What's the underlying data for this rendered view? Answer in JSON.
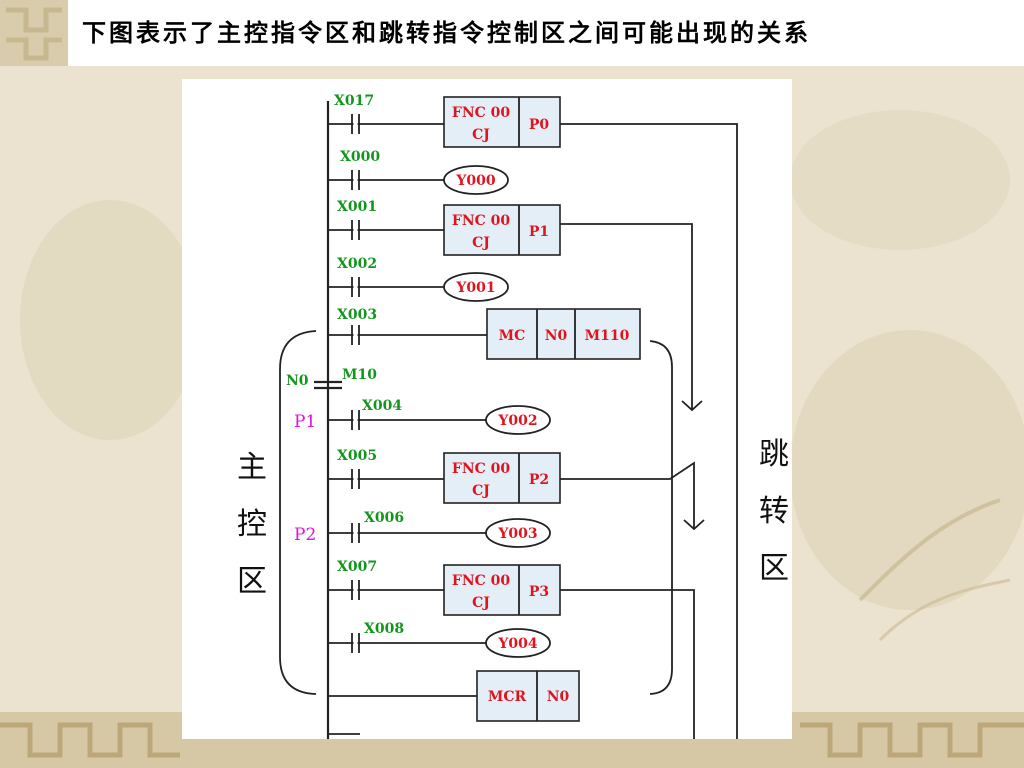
{
  "title": "下图表示了主控指令区和跳转指令控制区之间可能出现的关系",
  "diagram": {
    "rungs": [
      {
        "contact": "X017",
        "instr": [
          "FNC 00",
          "CJ"
        ],
        "operand": "P0"
      },
      {
        "contact": "X000",
        "coil": "Y000"
      },
      {
        "contact": "X001",
        "instr": [
          "FNC 00",
          "CJ"
        ],
        "operand": "P1"
      },
      {
        "contact": "X002",
        "coil": "Y001"
      },
      {
        "contact": "X003",
        "mc": [
          "MC",
          "N0",
          "M110"
        ]
      },
      {
        "contact": "X004",
        "pointer": "P1",
        "coil": "Y002"
      },
      {
        "contact": "X005",
        "instr": [
          "FNC 00",
          "CJ"
        ],
        "operand": "P2"
      },
      {
        "contact": "X006",
        "pointer": "P2",
        "coil": "Y003"
      },
      {
        "contact": "X007",
        "instr": [
          "FNC 00",
          "CJ"
        ],
        "operand": "P3"
      },
      {
        "contact": "X008",
        "coil": "Y004"
      },
      {
        "mcr": [
          "MCR",
          "N0"
        ]
      }
    ],
    "nest_label": "N0",
    "nest_contact": "M10",
    "master_zone_label": "主控区",
    "jump_zone_label": "跳转区"
  }
}
